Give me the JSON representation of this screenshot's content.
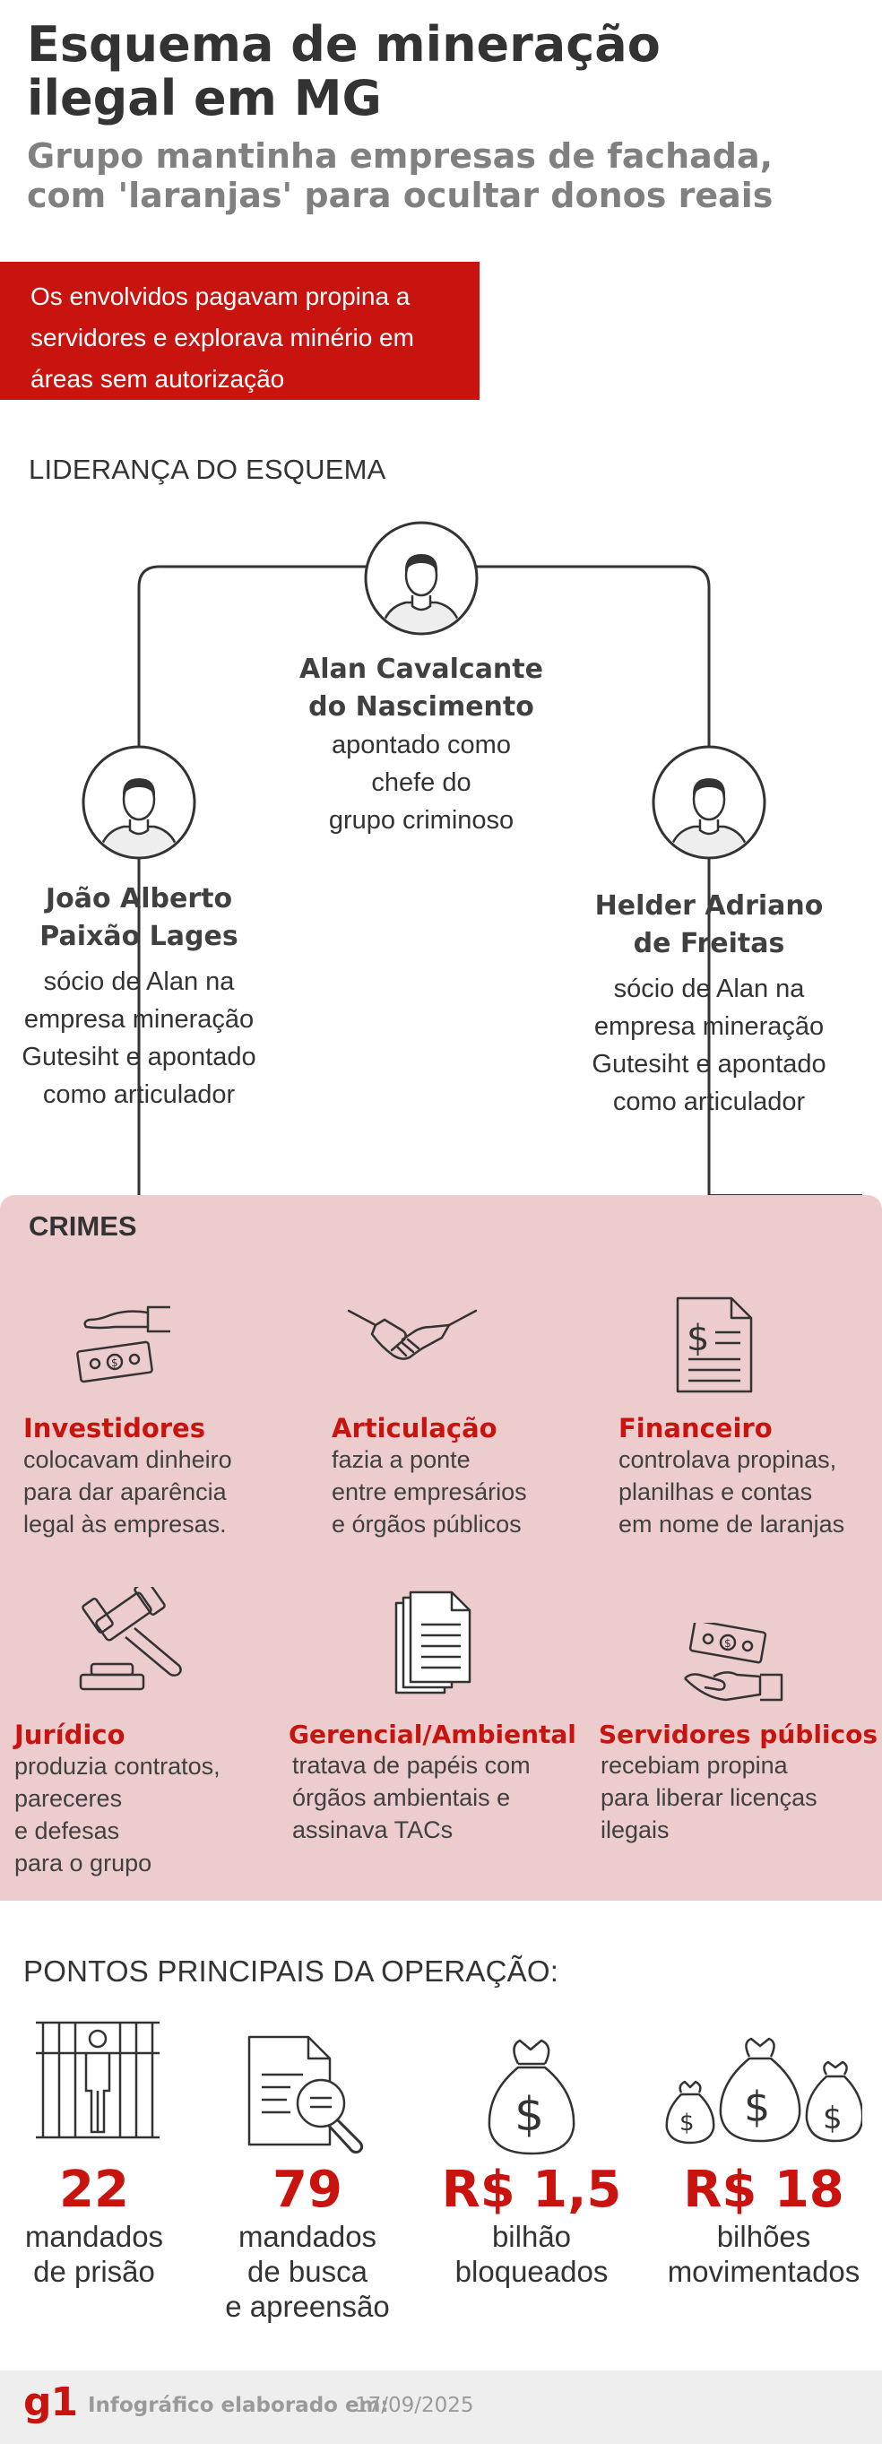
{
  "header": {
    "title_line1": "Esquema de mineração",
    "title_line2": "ilegal em MG",
    "subtitle_line1": "Grupo mantinha empresas de fachada,",
    "subtitle_line2": "com 'laranjas' para ocultar donos reais"
  },
  "highlight": {
    "line1": "Os envolvidos pagavam propina a",
    "line2": "servidores e explorava minério em",
    "line3": "áreas sem autorização",
    "color": "#c8130f"
  },
  "leadership": {
    "heading": "LIDERANÇA DO ESQUEMA",
    "leader": {
      "name_line1": "Alan Cavalcante",
      "name_line2": "do Nascimento",
      "desc_line1": "apontado como",
      "desc_line2": "chefe do",
      "desc_line3": "grupo criminoso",
      "icon": "person-icon"
    },
    "left": {
      "name_line1": "João Alberto",
      "name_line2": "Paixão Lages",
      "desc_line1": "sócio de Alan na",
      "desc_line2": "empresa mineração",
      "desc_line3": "Gutesiht e apontado",
      "desc_line4": "como articulador",
      "icon": "person-icon"
    },
    "right": {
      "name_line1": "Helder Adriano",
      "name_line2": "de Freitas",
      "desc_line1": "sócio de Alan na",
      "desc_line2": "empresa mineração",
      "desc_line3": "Gutesiht e apontado",
      "desc_line4": "como articulador",
      "icon": "person-icon"
    }
  },
  "crimes": {
    "heading": "CRIMES",
    "background": "#edccce",
    "items": [
      {
        "title": "Investidores",
        "lines": [
          "colocavam dinheiro",
          "para dar aparência",
          "legal às empresas."
        ],
        "icon": "hand-money-icon"
      },
      {
        "title": "Articulação",
        "lines": [
          "fazia a ponte",
          "entre empresários",
          "e órgãos públicos"
        ],
        "icon": "handshake-icon"
      },
      {
        "title": "Financeiro",
        "lines": [
          "controlava propinas,",
          "planilhas e contas",
          "em nome de laranjas"
        ],
        "icon": "invoice-icon"
      },
      {
        "title": "Jurídico",
        "lines": [
          "produzia contratos,",
          "pareceres",
          "e defesas",
          "para o grupo"
        ],
        "icon": "gavel-icon"
      },
      {
        "title": "Gerencial/Ambiental",
        "lines": [
          "tratava de papéis com",
          "órgãos ambientais e",
          "assinava TACs"
        ],
        "icon": "documents-icon"
      },
      {
        "title": "Servidores públicos",
        "lines": [
          "recebiam propina",
          "para liberar licenças",
          "ilegais"
        ],
        "icon": "hand-receiving-money-icon"
      }
    ]
  },
  "operation": {
    "heading": "PONTOS PRINCIPAIS DA OPERAÇÃO:",
    "stats": [
      {
        "value": "22",
        "lines": [
          "mandados",
          "de prisão"
        ],
        "icon": "prison-bars-icon"
      },
      {
        "value": "79",
        "lines": [
          "mandados",
          "de busca",
          "e apreensão"
        ],
        "icon": "document-search-icon"
      },
      {
        "value": "R$ 1,5",
        "lines": [
          "bilhão",
          "bloqueados"
        ],
        "icon": "money-bag-icon"
      },
      {
        "value": "R$ 18",
        "lines": [
          "bilhões",
          "movimentados"
        ],
        "icon": "money-bags-icon"
      }
    ]
  },
  "footer": {
    "logo": "g1",
    "credit_label": "Infográfico elaborado em:",
    "credit_date": "17/09/2025"
  }
}
